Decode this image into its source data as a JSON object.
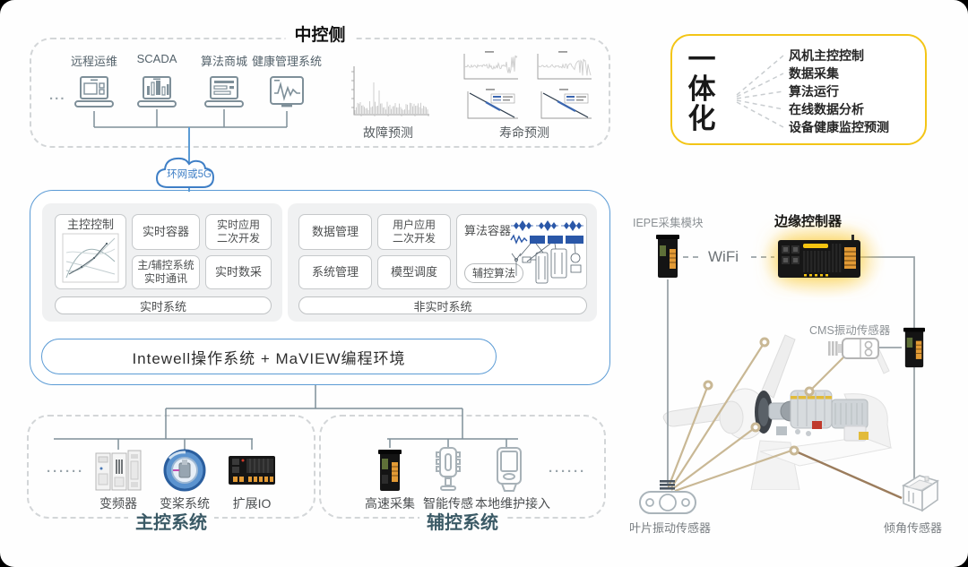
{
  "central": {
    "title": "中控侧",
    "ellipsis": "...",
    "apps": [
      {
        "label": "远程运维",
        "icon": "laptop-remote-ops-icon"
      },
      {
        "label": "SCADA",
        "icon": "laptop-scada-icon"
      },
      {
        "label": "算法商城",
        "icon": "laptop-algorithm-store-icon"
      },
      {
        "label": "健康管理系统",
        "icon": "monitor-health-icon"
      }
    ],
    "fault_chart_label": "故障预测",
    "life_chart_label": "寿命预测"
  },
  "network": {
    "cloud_label": "环网或5G"
  },
  "platform": {
    "os_bar": "Intewell操作系统 + MaVIEW编程环境",
    "realtime": {
      "footer": "实时系统",
      "main_ctrl": "主控控制",
      "rt_container": "实时容器",
      "rt_app_l1": "实时应用",
      "rt_app_l2": "二次开发",
      "rt_comm_l1": "主/辅控系统",
      "rt_comm_l2": "实时通讯",
      "rt_daq": "实时数采"
    },
    "nonrealtime": {
      "footer": "非实时系统",
      "data_mgmt": "数据管理",
      "user_app_l1": "用户应用",
      "user_app_l2": "二次开发",
      "algo_container": "算法容器",
      "sys_mgmt": "系统管理",
      "model_sched": "模型调度",
      "aux_algo": "辅控算法"
    }
  },
  "main_system": {
    "title": "主控系统",
    "ellipsis": "······",
    "items": [
      {
        "label": "变频器",
        "icon": "converter-cabinet-icon"
      },
      {
        "label": "变桨系统",
        "icon": "pitch-system-icon"
      },
      {
        "label": "扩展IO",
        "icon": "expansion-io-icon"
      }
    ]
  },
  "aux_system": {
    "title": "辅控系统",
    "ellipsis": "······",
    "items": [
      {
        "label": "高速采集",
        "icon": "highspeed-daq-icon"
      },
      {
        "label": "智能传感",
        "icon": "smart-sensor-icon"
      },
      {
        "label": "本地维护接入",
        "icon": "local-maintenance-icon"
      }
    ]
  },
  "integration": {
    "title_chars": [
      "一",
      "体",
      "化"
    ],
    "items": [
      "风机主控控制",
      "数据采集",
      "算法运行",
      "在线数据分析",
      "设备健康监控预测"
    ]
  },
  "edge": {
    "iepe_label": "IEPE采集模块",
    "wifi_label": "WiFi",
    "controller_label": "边缘控制器",
    "cms_label": "CMS振动传感器",
    "blade_label": "叶片振动传感器",
    "tilt_label": "倾角传感器"
  },
  "colors": {
    "blue_border": "#5b9bd5",
    "yellow_border": "#f3c516",
    "dark_system_label": "#3b5a66",
    "tan_line": "#c9b895",
    "brown_line": "#9b7c5c",
    "algo_blue": "#2a57a8"
  }
}
